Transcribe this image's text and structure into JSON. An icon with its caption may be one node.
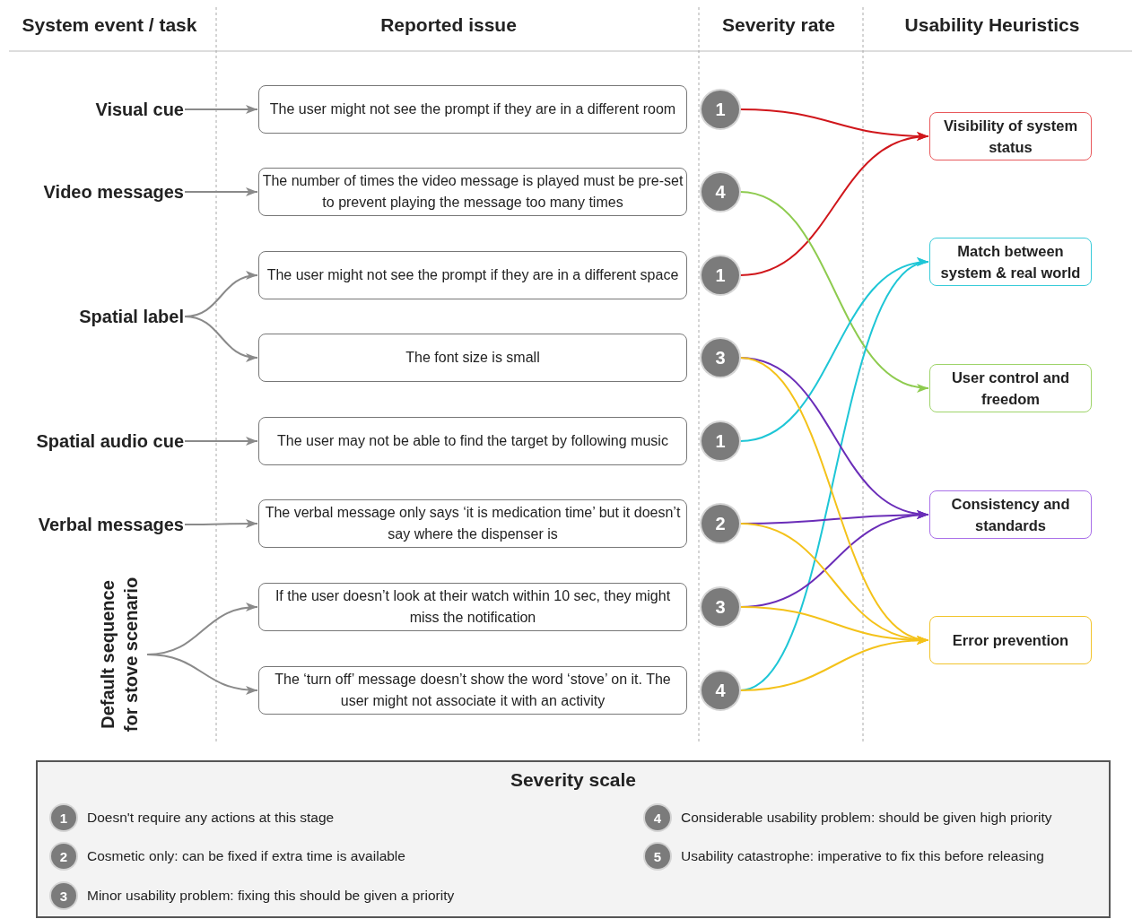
{
  "diagram": {
    "nodes": [
      {
        "text": [
          "Visual cue"
        ]
      },
      {
        "text": [
          "Video messages"
        ]
      },
      {
        "text": [
          "Spatial label"
        ]
      },
      {
        "text": [
          "Spatial audio cue"
        ]
      },
      {
        "text": [
          "Verbal messages"
        ]
      },
      {
        "text": [
          "Default sequence for stove scenario"
        ]
      },
      {
        "text": [
          "The user might not see the prompt if they are in a different room"
        ]
      },
      {
        "text": [
          "The number of times the video message is played must be pre-set to prevent playing the message too many times"
        ]
      },
      {
        "text": [
          "The user might not see the prompt if they are in a different space"
        ]
      },
      {
        "text": [
          "The font size is small"
        ]
      },
      {
        "text": [
          "The user may not be able to find the target by following music"
        ]
      },
      {
        "text": [
          "The verbal message only says ‘it is medication time’ but it doesn’t say where the dispenser is"
        ]
      },
      {
        "text": [
          "If the user doesn’t look at their watch within 10 sec, they might miss the notification"
        ]
      },
      {
        "text": [
          "The ‘turn off’ message doesn’t show the word ‘stove’ on it. The user might not associate it with an activity"
        ]
      },
      {
        "text": [
          "1"
        ]
      },
      {
        "text": [
          "4"
        ]
      },
      {
        "text": [
          "1"
        ]
      },
      {
        "text": [
          "3"
        ]
      },
      {
        "text": [
          "1"
        ]
      },
      {
        "text": [
          "2"
        ]
      },
      {
        "text": [
          "3"
        ]
      },
      {
        "text": [
          "4"
        ]
      },
      {
        "text": [
          "Visibility of system status"
        ]
      },
      {
        "text": [
          "Match between system & real world"
        ]
      },
      {
        "text": [
          "User control and freedom"
        ]
      },
      {
        "text": [
          "Consistency and standards"
        ]
      },
      {
        "text": [
          "Error prevention"
        ]
      },
      {
        "text": [
          "Severity scale"
        ]
      },
      {
        "text": [
          "1"
        ],
        "in": 27,
        "beside": [
          "Doesn't require any actions at this stage"
        ]
      },
      {
        "text": [
          "2"
        ],
        "in": 27,
        "beside": [
          "Cosmetic only: can be fixed if extra time is available"
        ]
      },
      {
        "text": [
          "3"
        ],
        "in": 27,
        "beside": [
          "Minor usability problem: fixing this should be given a priority"
        ]
      },
      {
        "text": [
          "4"
        ],
        "in": 27,
        "beside": [
          "Considerable usability problem: should be given high priority"
        ]
      },
      {
        "text": [
          "5"
        ],
        "in": 27,
        "beside": [
          "Usability catastrophe: imperative to fix this before releasing"
        ]
      }
    ],
    "edges": [
      {
        "from": 0,
        "to": 6,
        "arrow": "to",
        "color": "#8a8a8a"
      },
      {
        "from": 1,
        "to": 7,
        "arrow": "to",
        "color": "#8a8a8a"
      },
      {
        "from": 2,
        "to": 8,
        "arrow": "to",
        "color": "#8a8a8a"
      },
      {
        "from": 2,
        "to": 9,
        "arrow": "to",
        "color": "#8a8a8a"
      },
      {
        "from": 3,
        "to": 10,
        "arrow": "to",
        "color": "#8a8a8a"
      },
      {
        "from": 4,
        "to": 11,
        "arrow": "to",
        "color": "#8a8a8a"
      },
      {
        "from": 5,
        "to": 12,
        "arrow": "to",
        "color": "#8a8a8a"
      },
      {
        "from": 5,
        "to": 13,
        "arrow": "to",
        "color": "#8a8a8a"
      },
      {
        "from": 14,
        "to": 22,
        "arrow": "to",
        "color": "#d0161b"
      },
      {
        "from": 16,
        "to": 22,
        "arrow": "to",
        "color": "#d0161b"
      },
      {
        "from": 15,
        "to": 24,
        "arrow": "to",
        "color": "#8ecb4f"
      },
      {
        "from": 18,
        "to": 23,
        "arrow": "to",
        "color": "#1ec6d6"
      },
      {
        "from": 21,
        "to": 23,
        "arrow": "to",
        "color": "#1ec6d6"
      },
      {
        "from": 17,
        "to": 25,
        "arrow": "to",
        "color": "#6a2db8"
      },
      {
        "from": 19,
        "to": 25,
        "arrow": "to",
        "color": "#6a2db8"
      },
      {
        "from": 20,
        "to": 25,
        "arrow": "to",
        "color": "#6a2db8"
      },
      {
        "from": 17,
        "to": 26,
        "arrow": "to",
        "color": "#f4c21a"
      },
      {
        "from": 19,
        "to": 26,
        "arrow": "to",
        "color": "#f4c21a"
      },
      {
        "from": 20,
        "to": 26,
        "arrow": "to",
        "color": "#f4c21a"
      },
      {
        "from": 21,
        "to": 26,
        "arrow": "to",
        "color": "#f4c21a"
      }
    ],
    "labels": [
      "System event / task",
      "Reported issue",
      "Severity rate",
      "Usability Heuristics"
    ]
  }
}
